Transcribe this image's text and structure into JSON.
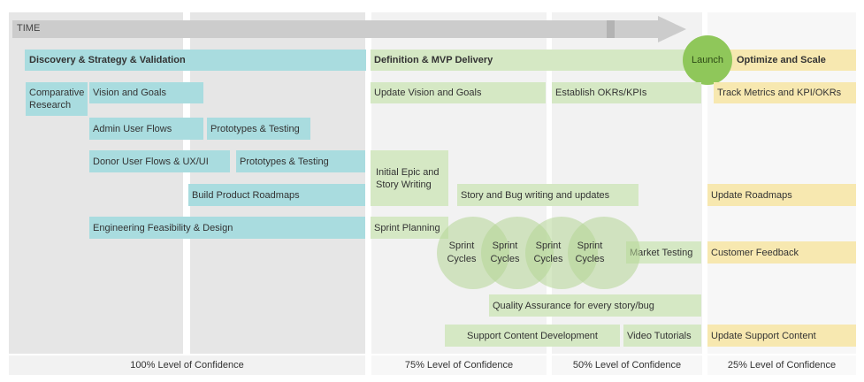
{
  "timeline": {
    "label": "TIME"
  },
  "launch": {
    "label": "Launch"
  },
  "phases": {
    "discovery": "Discovery & Strategy & Validation",
    "definition": "Definition & MVP Delivery",
    "optimize": "Optimize and Scale"
  },
  "discovery_items": {
    "comparative_research": "Comparative Research",
    "vision_goals": "Vision and Goals",
    "admin_flows": "Admin User Flows",
    "prototypes_1": "Prototypes & Testing",
    "donor_flows": "Donor User Flows & UX/UI",
    "prototypes_2": "Prototypes & Testing",
    "roadmaps": "Build Product Roadmaps",
    "engineering": "Engineering Feasibility & Design"
  },
  "definition_items": {
    "update_vision": "Update Vision and Goals",
    "okrs": "Establish OKRs/KPIs",
    "epic": "Initial Epic and Story Writing",
    "story_bug": "Story and Bug writing and updates",
    "sprint_planning": "Sprint Planning",
    "sprint_cycles": [
      "Sprint Cycles",
      "Sprint Cycles",
      "Sprint Cycles",
      "Sprint Cycles"
    ],
    "market_testing": "Market Testing",
    "qa": "Quality Assurance for every story/bug",
    "support_content": "Support Content Development",
    "video": "Video Tutorials"
  },
  "optimize_items": {
    "track": "Track Metrics and KPI/OKRs",
    "update_roadmaps": "Update Roadmaps",
    "feedback": "Customer Feedback",
    "update_support": "Update Support Content"
  },
  "confidence": {
    "c100": "100% Level of Confidence",
    "c75": "75% Level of Confidence",
    "c50": "50% Level of Confidence",
    "c25": "25% Level of Confidence"
  },
  "colors": {
    "teal": "#a9dcdf",
    "green": "#d5e8c4",
    "yellow": "#f7e8b0",
    "launch": "#8fc75a",
    "column_gray": "#e6e6e6",
    "column_light": "#f4f4f4"
  }
}
